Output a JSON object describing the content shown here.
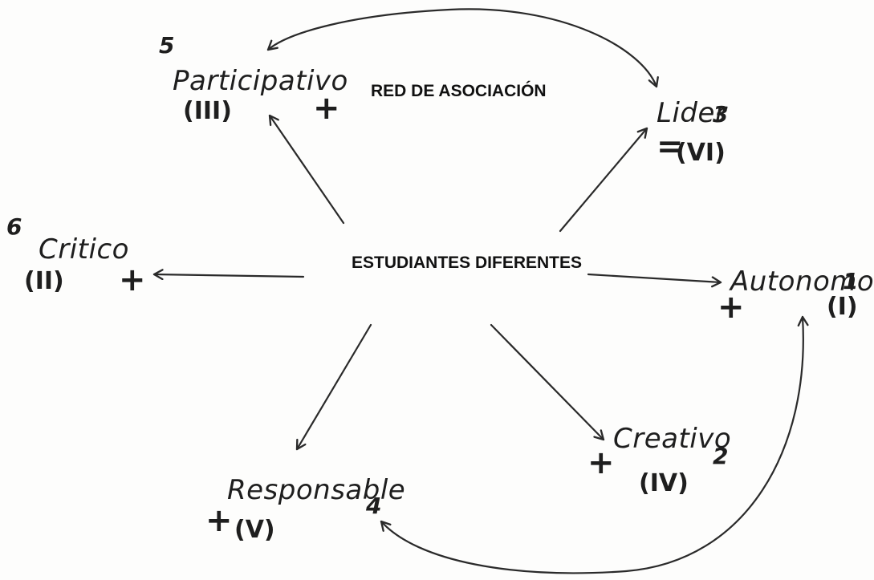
{
  "title": "RED DE ASOCIACIÓN",
  "center": "ESTUDIANTES DIFERENTES",
  "nodes": {
    "participativo": {
      "label": "Participativo",
      "number": "5",
      "roman": "(III)",
      "sign": "+"
    },
    "lider": {
      "label": "Lider",
      "number": "3",
      "roman": "(VI)",
      "sign": "="
    },
    "critico": {
      "label": "Critico",
      "number": "6",
      "roman": "(II)",
      "sign": "+"
    },
    "autonomo": {
      "label": "Autonomo",
      "number": "1",
      "roman": "(I)",
      "sign": "+"
    },
    "responsable": {
      "label": "Responsable",
      "number": "4",
      "roman": "(V)",
      "sign": "+"
    },
    "creativo": {
      "label": "Creativo",
      "number": "2",
      "roman": "(IV)",
      "sign": "+"
    }
  },
  "colors": {
    "ink": "#1e1e1e",
    "paper": "#fdfdfc"
  }
}
